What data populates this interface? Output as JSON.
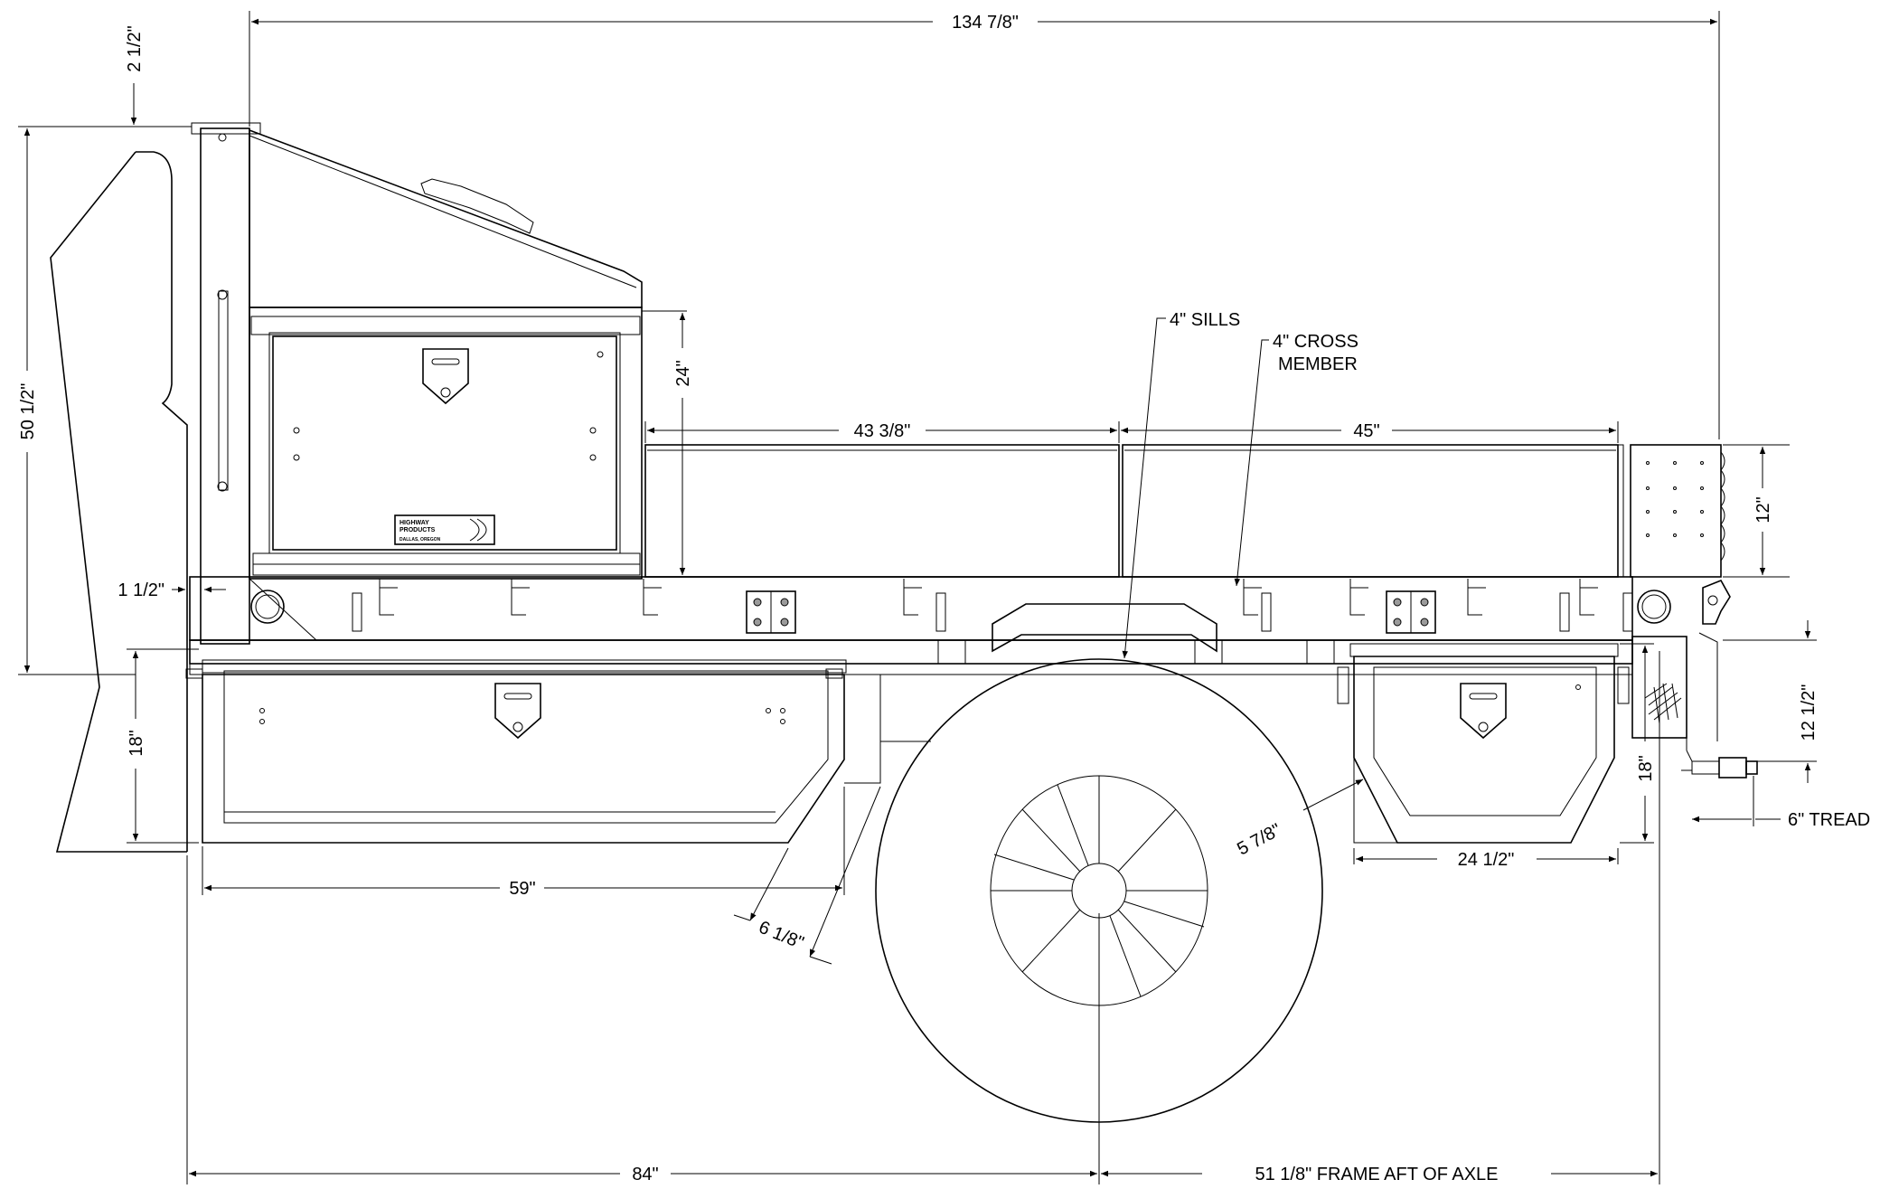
{
  "dimensions": {
    "overall_length": "134 7/8\"",
    "top_offset": "2 1/2\"",
    "overall_height": "50 1/2\"",
    "cab_gap": "1 1/2\"",
    "toolbox_height": "24\"",
    "side_rail_front": "43 3/8\"",
    "side_rail_rear": "45\"",
    "sills": "4\" SILLS",
    "cross_member_line1": "4\" CROSS",
    "cross_member_line2": "MEMBER",
    "rear_box_height": "12\"",
    "underbody_box_height": "18\"",
    "underbody_box_length": "59\"",
    "front_box_bevel": "6 1/8\"",
    "rear_box_bevel": "5 7/8\"",
    "rear_box_length": "24 1/2\"",
    "rear_underbody_height": "18\"",
    "step_height": "12 1/2\"",
    "step_tread": "6\" TREAD",
    "cab_to_axle": "84\"",
    "frame_aft_of_axle": "51 1/8\" FRAME AFT OF AXLE"
  },
  "logo": {
    "line1": "HIGHWAY",
    "line2": "PRODUCTS",
    "line3": "DALLAS, OREGON"
  }
}
